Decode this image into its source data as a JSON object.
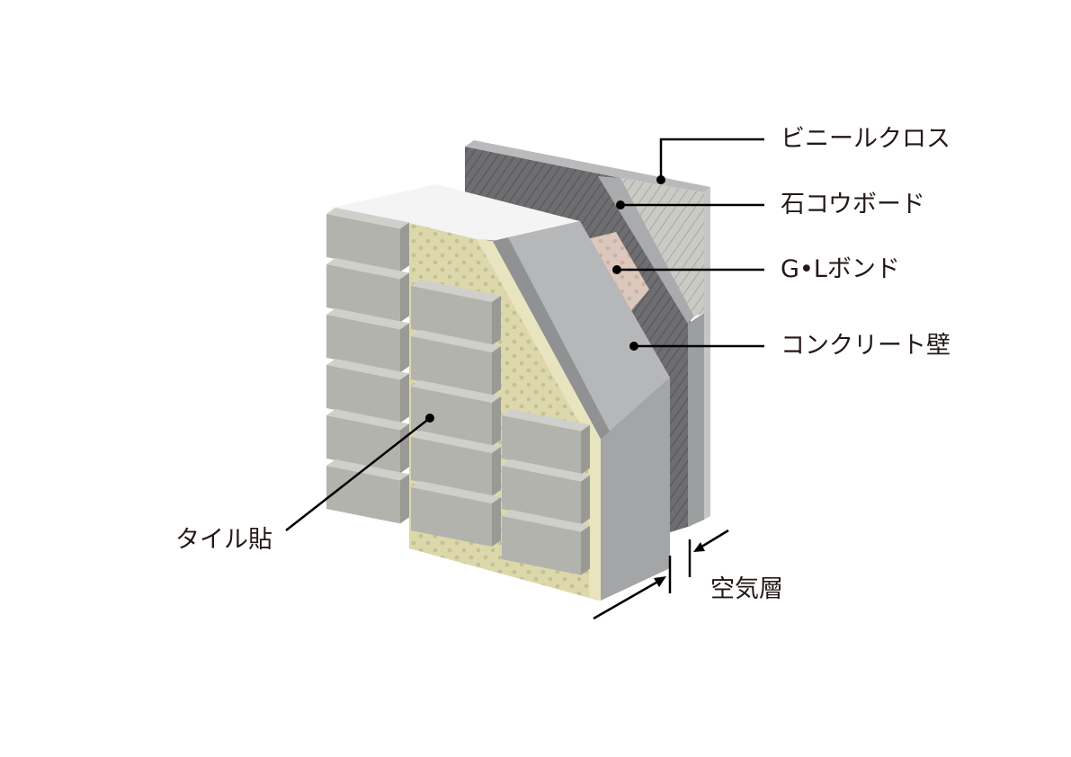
{
  "labels": {
    "vinyl_cloth": "ビニールクロス",
    "gypsum_board": "石コウボード",
    "gl_bond": "G•Lボンド",
    "concrete_wall": "コンクリート壁",
    "tile": "タイル貼",
    "air_layer": "空気層"
  },
  "colors": {
    "concrete_front": "#b5b7b8",
    "concrete_side": "#a2a4a5",
    "concrete_top": "#f4f4f4",
    "back_hatched": "#6e6e70",
    "board": "#a9abac",
    "vinyl": "#c9cac3",
    "gl_bond": "#dcc7bd",
    "mortar": "#dcd8ab",
    "tile_front": "#b3b3ae",
    "tile_top": "#cfd0cb",
    "tile_side": "#9a9a95",
    "leader": "#000000"
  }
}
